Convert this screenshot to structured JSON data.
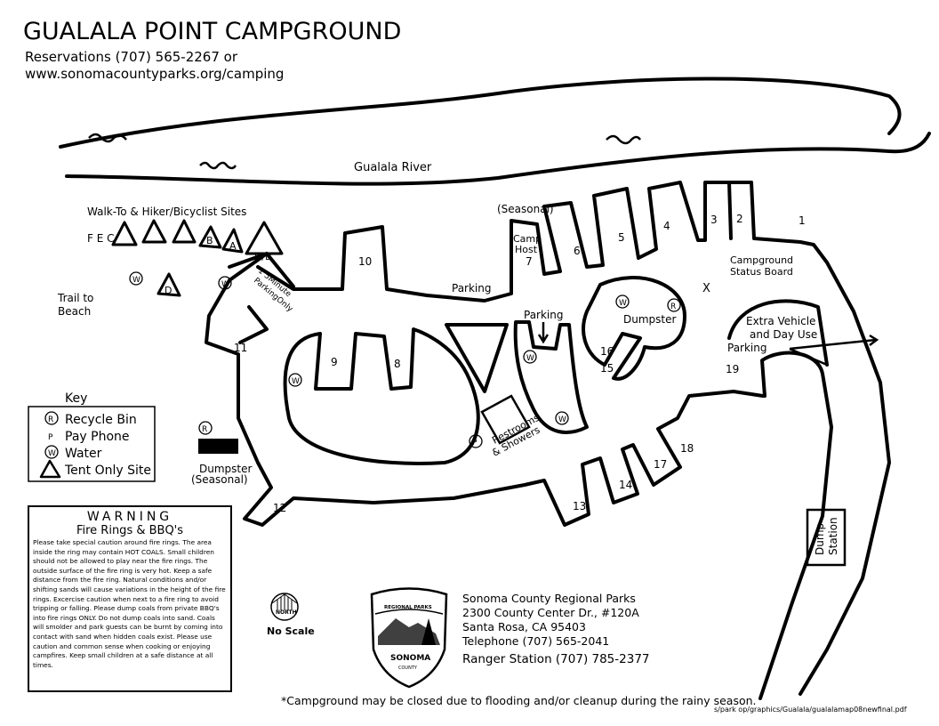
{
  "header": {
    "title": "GUALALA POINT CAMPGROUND",
    "reservations": "Reservations (707) 565-2267 or",
    "website": "www.sonomacountyparks.org/camping"
  },
  "map": {
    "river": "Gualala River",
    "walk_to": "Walk-To & Hiker/Bicyclist Sites",
    "fec": "F E C",
    "site_b": "B",
    "site_a": "A",
    "site_hb": "H/B",
    "site_d": "D",
    "trail": [
      "Trail  to",
      "Beach"
    ],
    "short_parking": [
      "1 5Minute",
      "ParkingOnly"
    ],
    "parking": "Parking",
    "parking2": "Parking",
    "seasonal": "(Seasonal)",
    "camp_host": [
      "Camp",
      "Host"
    ],
    "status_board": [
      "Campground",
      "Status Board"
    ],
    "x_mark": "X",
    "dumpster": "Dumpster",
    "dumpster_seasonal": [
      "Dumpster",
      "(Seasonal)"
    ],
    "restrooms": [
      "Restrooms",
      "& Showers"
    ],
    "extra": [
      "Extra Vehicle",
      "and Day Use",
      "Parking"
    ],
    "dump_station": [
      "Dump",
      "Station"
    ],
    "water": "W",
    "recycle": "R",
    "phone": "P",
    "sites": [
      "1",
      "2",
      "3",
      "4",
      "5",
      "6",
      "7",
      "8",
      "9",
      "10",
      "11",
      "12",
      "13",
      "14",
      "15",
      "16",
      "17",
      "18",
      "19"
    ]
  },
  "key": {
    "title": "Key",
    "items": [
      {
        "symbol": "R",
        "label": "Recycle Bin"
      },
      {
        "symbol": "P",
        "label": "Pay Phone"
      },
      {
        "symbol": "W",
        "label": "Water"
      },
      {
        "symbol": "triangle",
        "label": "Tent Only Site"
      }
    ]
  },
  "warning": {
    "title": "WARNING",
    "subtitle": "Fire Rings & BBQ's",
    "body": "Please take special caution around fire rings. The area inside the ring may contain HOT COALS. Small children should not be allowed to play near the fire rings. The outside surface of the fire ring is very hot. Keep a safe distance from the fire ring. Natural conditions and/or shifting sands will cause variations in the height of the fire rings. Excercise caution when next to a fire ring to avoid tripping or falling. Please dump coals from private BBQ's into fire rings ONLY. Do not dump coals into sand. Coals will smolder and park guests can be burnt by coming into contact with sand when hidden coals exist. Please use caution and common sense when cooking or enjoying campfires. Keep small children at a safe distance at all times."
  },
  "north": {
    "label": "NORTH",
    "scale": "No Scale"
  },
  "logo": {
    "top": "REGIONAL PARKS",
    "name": "SONOMA",
    "county": "COUNTY"
  },
  "contact": {
    "lines": [
      "Sonoma County Regional Parks",
      "2300 County Center Dr., #120A",
      "Santa Rosa, CA 95403",
      "Telephone (707) 565-2041",
      "Ranger Station (707) 785-2377"
    ]
  },
  "footer": {
    "note": "*Campground may be closed due to flooding and/or cleanup during the rainy season.",
    "file_path": "s/park op/graphics/Gualala/gualalamap08newfinal.pdf"
  }
}
